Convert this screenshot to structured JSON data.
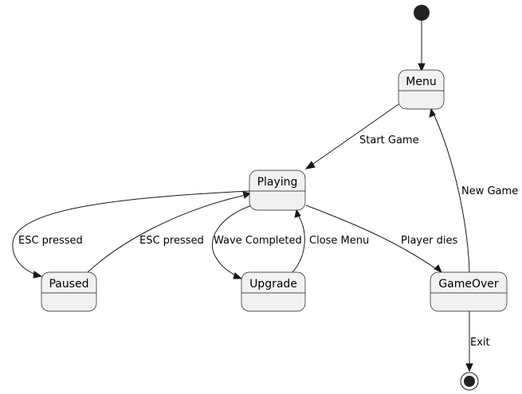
{
  "states": {
    "menu": "Menu",
    "playing": "Playing",
    "paused": "Paused",
    "upgrade": "Upgrade",
    "gameover": "GameOver"
  },
  "transitions": [
    {
      "from": "start",
      "to": "Menu",
      "label": ""
    },
    {
      "from": "Menu",
      "to": "Playing",
      "label": "Start Game"
    },
    {
      "from": "Playing",
      "to": "Paused",
      "label": "ESC pressed"
    },
    {
      "from": "Paused",
      "to": "Playing",
      "label": "ESC pressed"
    },
    {
      "from": "Playing",
      "to": "Upgrade",
      "label": "Wave Completed"
    },
    {
      "from": "Upgrade",
      "to": "Playing",
      "label": "Close Menu"
    },
    {
      "from": "Playing",
      "to": "GameOver",
      "label": "Player dies"
    },
    {
      "from": "GameOver",
      "to": "Menu",
      "label": "New Game"
    },
    {
      "from": "GameOver",
      "to": "end",
      "label": "Exit"
    }
  ],
  "colors": {
    "state_fill": "#f1f1f1",
    "stroke": "#181818",
    "pseudo_state": "#222222"
  }
}
